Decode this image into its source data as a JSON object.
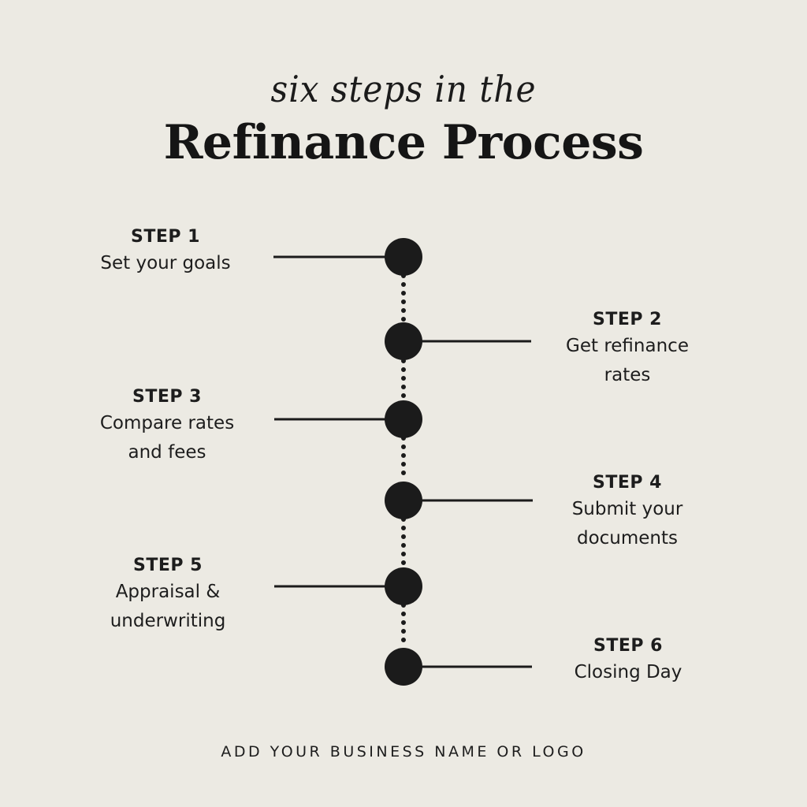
{
  "header": {
    "script_line": "six steps in the",
    "title": "Refinance Process"
  },
  "steps": [
    {
      "label": "STEP 1",
      "text": "Set your goals",
      "side": "left"
    },
    {
      "label": "STEP 2",
      "text": "Get refinance rates",
      "side": "right"
    },
    {
      "label": "STEP 3",
      "text": "Compare rates and fees",
      "side": "left"
    },
    {
      "label": "STEP 4",
      "text": "Submit your documents",
      "side": "right"
    },
    {
      "label": "STEP 5",
      "text": "Appraisal & underwriting",
      "side": "left"
    },
    {
      "label": "STEP 6",
      "text": "Closing Day",
      "side": "right"
    }
  ],
  "footer": {
    "text": "ADD YOUR BUSINESS NAME OR LOGO"
  },
  "colors": {
    "background": "#ECEAE3",
    "ink": "#1b1b1b"
  }
}
